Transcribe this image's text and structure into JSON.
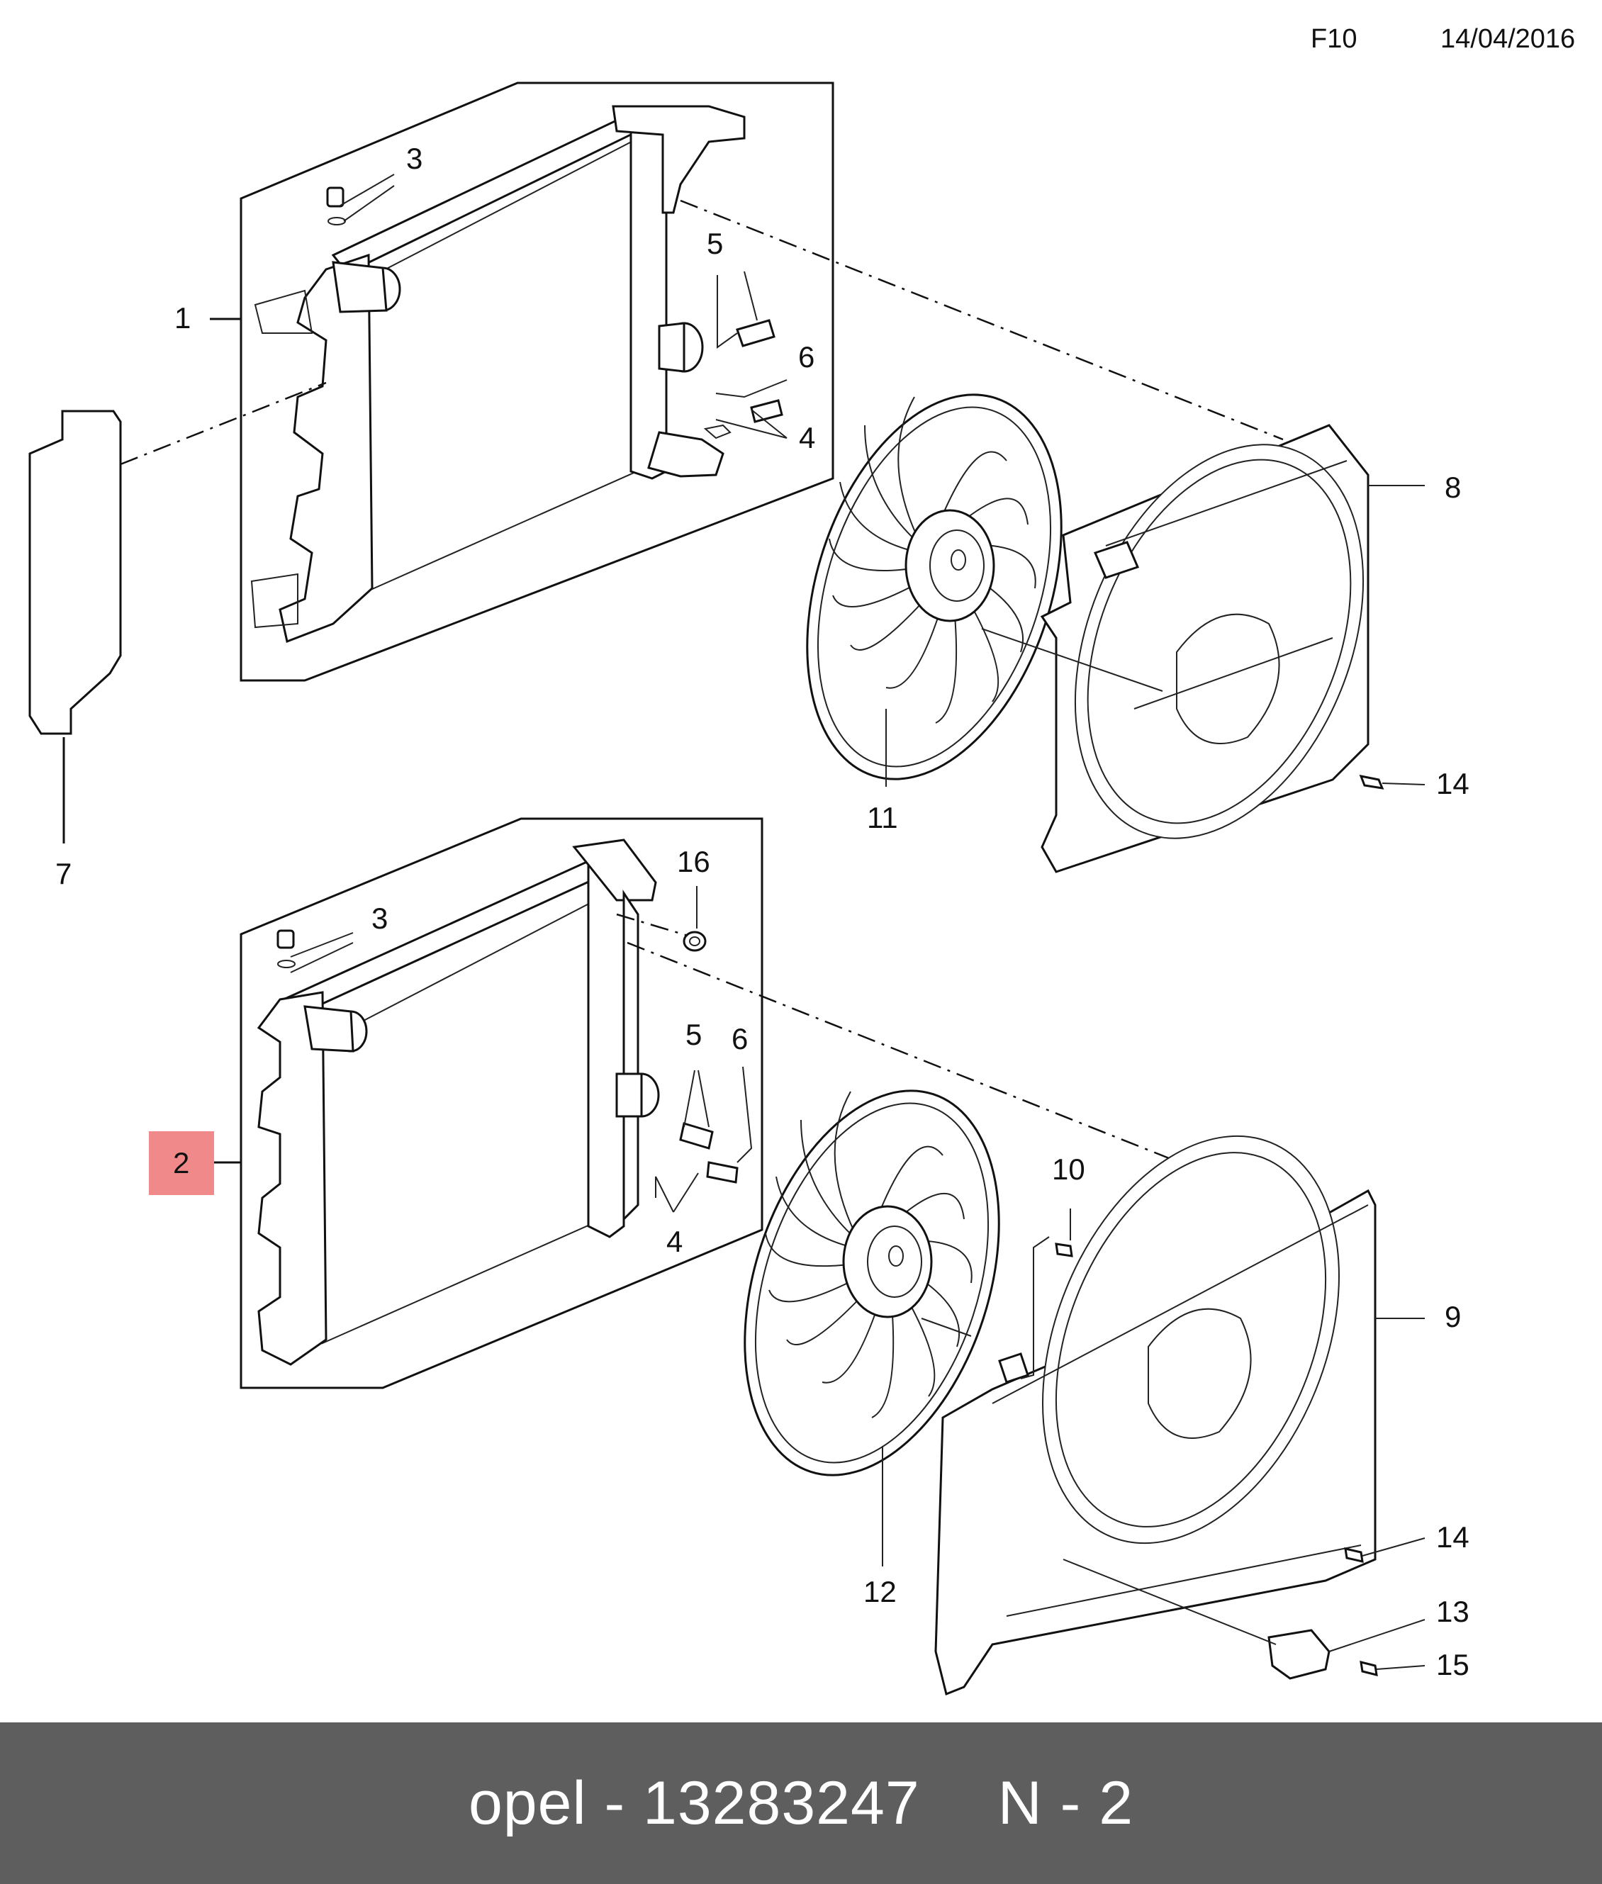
{
  "header": {
    "code": "F10",
    "date": "14/04/2016"
  },
  "callouts": {
    "c1": "1",
    "c2": "2",
    "c3a": "3",
    "c3b": "3",
    "c4a": "4",
    "c4b": "4",
    "c5a": "5",
    "c5b": "5",
    "c6a": "6",
    "c6b": "6",
    "c7": "7",
    "c8": "8",
    "c9": "9",
    "c10": "10",
    "c11": "11",
    "c12": "12",
    "c13": "13",
    "c14a": "14",
    "c14b": "14",
    "c15": "15",
    "c16": "16"
  },
  "highlight": {
    "part": "2",
    "color": "#f08a8a"
  },
  "footer": {
    "brand": "opel",
    "separator": "-",
    "part_number": "13283247",
    "position": "N - 2"
  }
}
